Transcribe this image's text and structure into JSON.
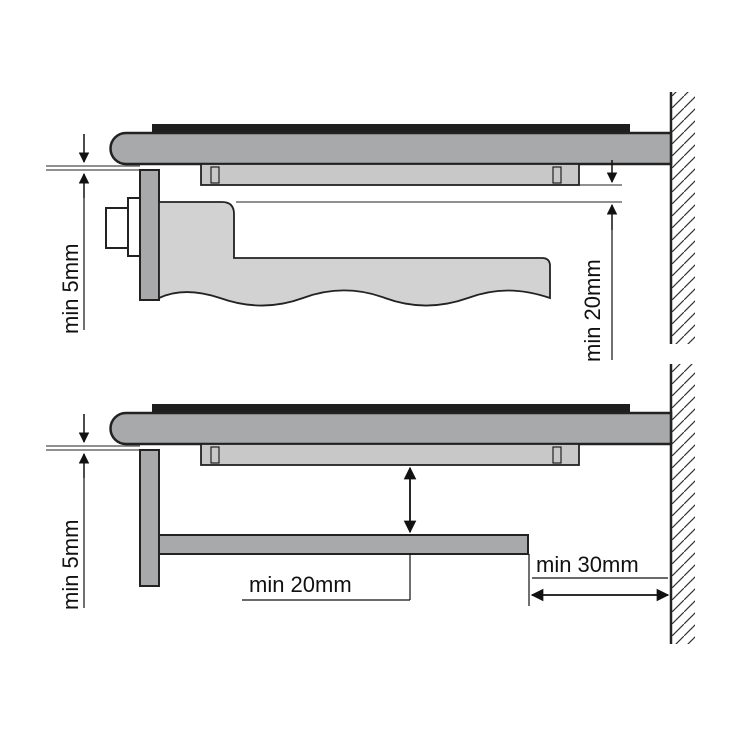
{
  "labels": {
    "top_left_clearance": "min 5mm",
    "top_right_clearance": "min 20mm",
    "bottom_left_clearance": "min 5mm",
    "bottom_shelf_clearance": "min 20mm",
    "bottom_wall_clearance": "min 30mm"
  },
  "colors": {
    "worktop": "#a7a9ab",
    "hob_glass": "#1e1e1e",
    "burner_box": "#c8c8c8",
    "drawer": "#d2d2d2",
    "outline": "#222222"
  }
}
